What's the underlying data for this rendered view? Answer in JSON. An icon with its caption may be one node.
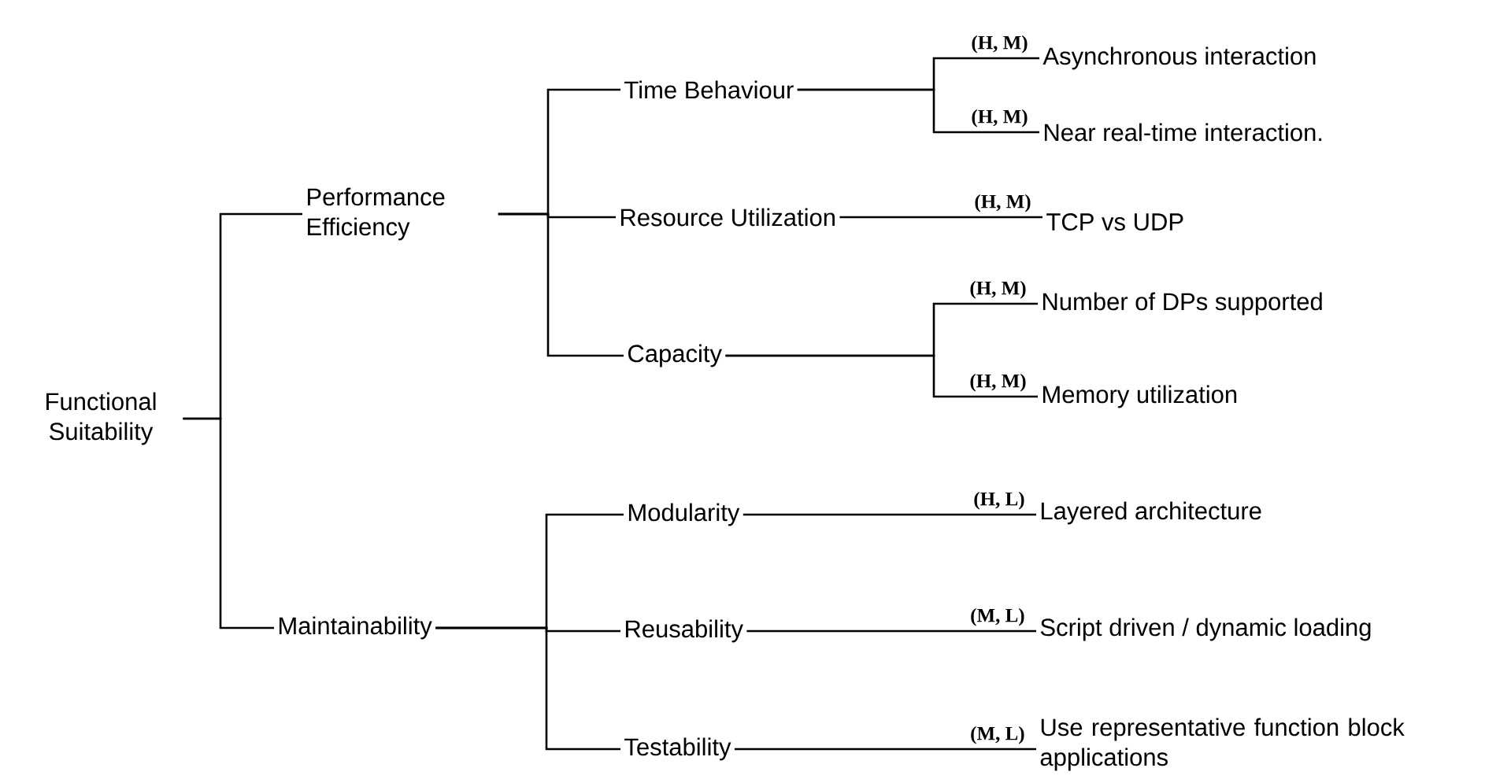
{
  "diagram": {
    "nodes": [
      {
        "text": [
          "Functional Suitability"
        ]
      },
      {
        "text": [
          "Performance Efficiency"
        ]
      },
      {
        "text": [
          "Maintainability"
        ]
      },
      {
        "text": [
          "Time Behaviour"
        ]
      },
      {
        "text": [
          "Resource Utilization"
        ]
      },
      {
        "text": [
          "Capacity"
        ]
      },
      {
        "text": [
          "Modularity"
        ]
      },
      {
        "text": [
          "Reusability"
        ]
      },
      {
        "text": [
          "Testability"
        ]
      },
      {
        "text": [
          "Asynchronous interaction"
        ]
      },
      {
        "text": [
          "Near real-time interaction."
        ]
      },
      {
        "text": [
          "TCP vs UDP"
        ]
      },
      {
        "text": [
          "Number of DPs supported"
        ]
      },
      {
        "text": [
          "Memory utilization"
        ]
      },
      {
        "text": [
          "Layered architecture"
        ]
      },
      {
        "text": [
          "Script driven / dynamic loading"
        ]
      },
      {
        "text": [
          "Use representative function block applications"
        ]
      }
    ],
    "edges": [
      {
        "from": 0,
        "to": 1,
        "arrow": "none"
      },
      {
        "from": 0,
        "to": 2,
        "arrow": "none"
      },
      {
        "from": 1,
        "to": 3,
        "arrow": "none"
      },
      {
        "from": 1,
        "to": 4,
        "arrow": "none"
      },
      {
        "from": 1,
        "to": 5,
        "arrow": "none"
      },
      {
        "from": 2,
        "to": 6,
        "arrow": "none"
      },
      {
        "from": 2,
        "to": 7,
        "arrow": "none"
      },
      {
        "from": 2,
        "to": 8,
        "arrow": "none"
      },
      {
        "from": 3,
        "to": 9,
        "arrow": "none",
        "label": "(H, M)"
      },
      {
        "from": 3,
        "to": 10,
        "arrow": "none",
        "label": "(H, M)"
      },
      {
        "from": 4,
        "to": 11,
        "arrow": "none",
        "label": "(H, M)"
      },
      {
        "from": 5,
        "to": 12,
        "arrow": "none",
        "label": "(H, M)"
      },
      {
        "from": 5,
        "to": 13,
        "arrow": "none",
        "label": "(H, M)"
      },
      {
        "from": 6,
        "to": 14,
        "arrow": "none",
        "label": "(H, L)"
      },
      {
        "from": 7,
        "to": 15,
        "arrow": "none",
        "label": "(M, L)"
      },
      {
        "from": 8,
        "to": 16,
        "arrow": "none",
        "label": "(M, L)"
      }
    ]
  }
}
